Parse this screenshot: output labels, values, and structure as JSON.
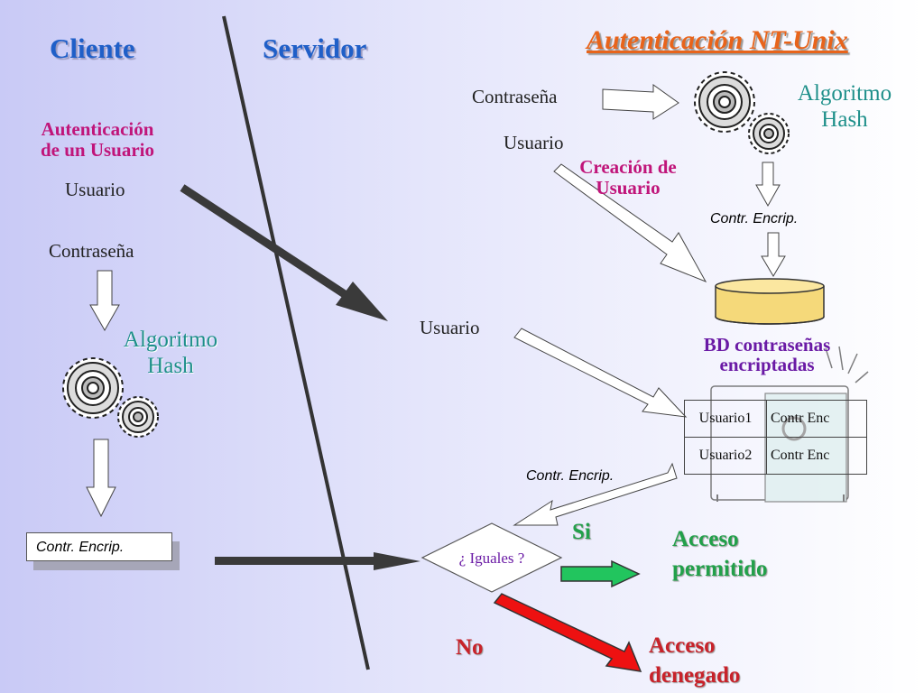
{
  "title": "Autenticación NT-Unix",
  "client_header": "Cliente",
  "server_header": "Servidor",
  "client": {
    "auth_label_line1": "Autenticación",
    "auth_label_line2": "de un Usuario",
    "user_label": "Usuario",
    "password_label": "Contraseña",
    "hash_line1": "Algoritmo",
    "hash_line2": "Hash",
    "encrypted_box": "Contr. Encrip."
  },
  "creation": {
    "password_label": "Contraseña",
    "user_label": "Usuario",
    "creation_line1": "Creación de",
    "creation_line2": "Usuario",
    "hash_line1": "Algoritmo",
    "hash_line2": "Hash",
    "encrypted_label": "Contr. Encrip."
  },
  "database": {
    "label_line1": "BD contraseñas",
    "label_line2": "encriptadas",
    "rows": [
      [
        "Usuario1",
        "Contr Enc"
      ],
      [
        "Usuario2",
        "Contr Enc"
      ]
    ]
  },
  "server": {
    "user_label": "Usuario",
    "encrypted_label": "Contr. Encrip.",
    "compare_label": "¿ Iguales ?",
    "yes_label": "Si",
    "no_label": "No",
    "granted_line1": "Acceso",
    "granted_line2": "permitido",
    "denied_line1": "Acceso",
    "denied_line2": "denegado"
  },
  "colors": {
    "title": "#e8641b",
    "header": "#1f5fc8",
    "magenta": "#c0157a",
    "teal": "#1e8f8a",
    "purple": "#6a1aa5",
    "granted": "#22a04a",
    "denied": "#c8222a",
    "cylinder": "#f5d97a",
    "green_arrow": "#22c55e",
    "red_arrow": "#ee1111"
  }
}
